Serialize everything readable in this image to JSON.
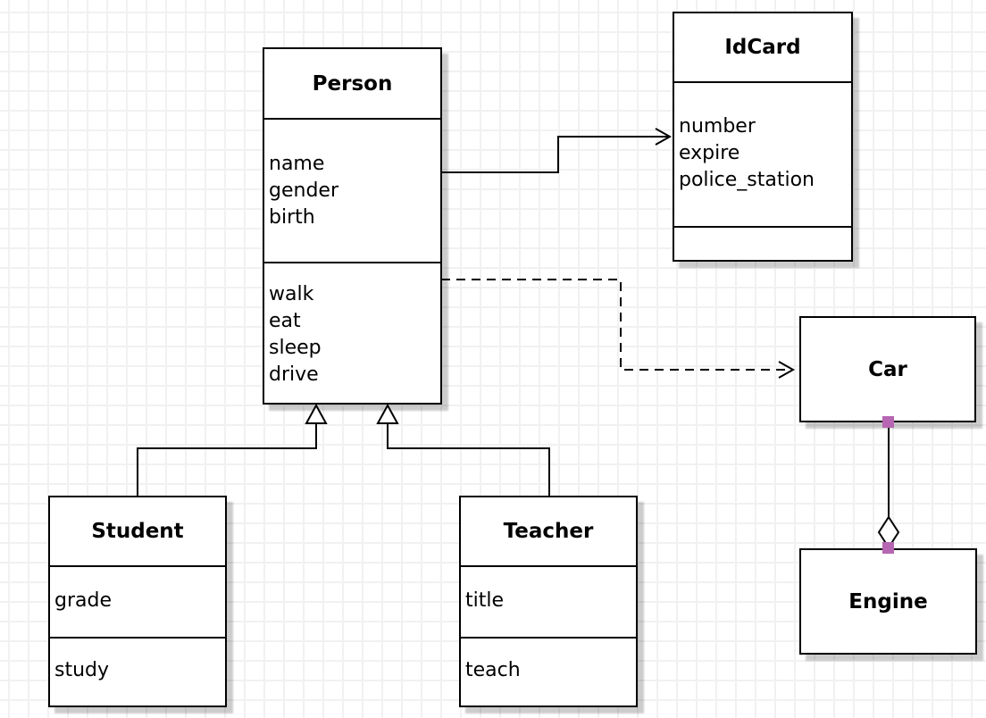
{
  "diagram_type": "uml-class-diagram",
  "classes": {
    "person": {
      "name": "Person",
      "attributes": [
        "name",
        "gender",
        "birth"
      ],
      "methods": [
        "walk",
        "eat",
        "sleep",
        "drive"
      ]
    },
    "idcard": {
      "name": "IdCard",
      "attributes": [
        "number",
        "expire",
        "police_station"
      ],
      "methods": []
    },
    "car": {
      "name": "Car",
      "attributes": [],
      "methods": []
    },
    "engine": {
      "name": "Engine",
      "attributes": [],
      "methods": []
    },
    "student": {
      "name": "Student",
      "attributes": [
        "grade"
      ],
      "methods": [
        "study"
      ]
    },
    "teacher": {
      "name": "Teacher",
      "attributes": [
        "title"
      ],
      "methods": [
        "teach"
      ]
    }
  },
  "relationships": [
    {
      "from": "Person",
      "to": "IdCard",
      "type": "association",
      "line_style": "solid",
      "arrowhead": "open-arrow"
    },
    {
      "from": "Person",
      "to": "Car",
      "type": "dependency",
      "line_style": "dashed",
      "arrowhead": "open-arrow"
    },
    {
      "from": "Student",
      "to": "Person",
      "type": "generalization",
      "line_style": "solid",
      "arrowhead": "hollow-triangle"
    },
    {
      "from": "Teacher",
      "to": "Person",
      "type": "generalization",
      "line_style": "solid",
      "arrowhead": "hollow-triangle"
    },
    {
      "from": "Car",
      "to": "Engine",
      "type": "aggregation",
      "line_style": "solid",
      "arrowhead": "hollow-diamond",
      "endpoint_marker": "purple-square"
    }
  ],
  "colors": {
    "shape_border": "#000000",
    "shape_fill": "#ffffff",
    "connector": "#000000",
    "endpoint_marker": "#b666b2",
    "grid_line": "#f1f1f1",
    "canvas_background": "#ffffff",
    "shadow": "rgba(0,0,0,0.2)"
  }
}
